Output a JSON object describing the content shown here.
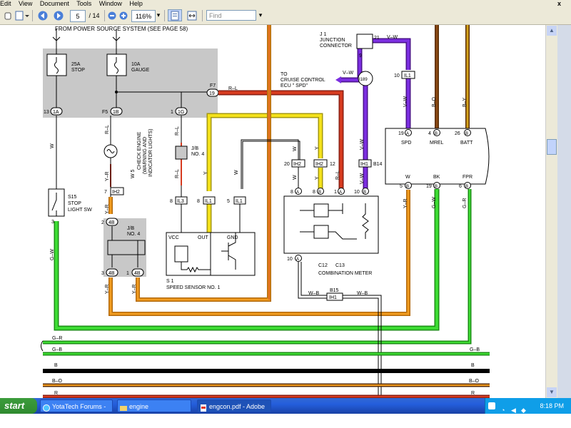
{
  "menu": {
    "items": [
      "Edit",
      "View",
      "Document",
      "Tools",
      "Window",
      "Help"
    ],
    "close": "x"
  },
  "toolbar": {
    "page_current": "5",
    "page_total": "/ 14",
    "zoom": "116%",
    "find_placeholder": "Find"
  },
  "diagram": {
    "top_note": "FROM POWER SOURCE SYSTEM (SEE PAGE 58)",
    "fuse1_rating": "25A",
    "fuse1_name": "STOP",
    "fuse2_rating": "10A",
    "fuse2_name": "GAUGE",
    "junction_connector": "J 1",
    "junction_label1": "JUNCTION",
    "junction_label2": "CONNECTOR",
    "pin21": "21",
    "to_label1": "TO",
    "to_label2": "CRUISE CONTROL",
    "to_label3": "ECU \" SPD\"",
    "i189": "I189",
    "f7": "F7",
    "wire_rl": "R–L",
    "wire_vw": "V–W",
    "wire_bo": "B–O",
    "wire_by": "B–Y",
    "wire_w": "W",
    "wire_y": "Y",
    "wire_yr": "Y–R",
    "wire_gw": "G–W",
    "wire_gr": "G–R",
    "wire_r": "R",
    "wire_b": "B",
    "wire_gb": "G–B",
    "wire_wb": "W–B",
    "c13_1a": "1A",
    "c13_1b": "1B",
    "c13_1g": "1G",
    "pin13": "13",
    "pinF5": "F5",
    "pin1": "1",
    "pin9": "9",
    "pin10": "10",
    "pin19": "19",
    "pin4": "4",
    "pin26": "26",
    "pin5": "5",
    "pin6": "6",
    "pin8": "8",
    "pin20": "20",
    "pin12": "12",
    "pin7": "7",
    "pin2": "2",
    "pin3": "3",
    "il1": "IL1",
    "il3": "IL3",
    "ih1": "IH1",
    "ih2": "IH2",
    "b14": "B14",
    "b15": "B15",
    "w5": "W 5",
    "w5_text": "CHECK ENGINE",
    "w5_text2": "(WARNING AND",
    "w5_text3": "INDICATOR LIGHTS)",
    "jb": "J/B",
    "jb_no": "NO. 4",
    "s15": "S15",
    "s15_name1": "STOP",
    "s15_name2": "LIGHT SW",
    "s1": "S 1",
    "s1_name": "SPEED SENSOR NO. 1",
    "vcc": "VCC",
    "out": "OUT",
    "gnd": "GND",
    "spd": "SPD",
    "mrel": "MREL",
    "batt": "BATT",
    "w_pin": "W",
    "bk": "BK",
    "fpr": "FPR",
    "c12_label": "C12",
    "c13_label": "C13",
    "combination_meter": "COMBINATION METER",
    "pin_a": "A",
    "pin_b": "B",
    "pin_4b": "4B",
    "pin_2_4b": "2"
  },
  "taskbar": {
    "start": "start",
    "tasks": [
      "YotaTech Forums - S...",
      "engine",
      "engcon.pdf - Adobe ..."
    ],
    "time": "8:18 PM"
  },
  "colors": {
    "chrome": "#ece9d8",
    "taskbar": "#245edb",
    "start": "#3c9c3c",
    "wire_red": "#d63b1f",
    "wire_yellow": "#f4e11a",
    "wire_orange": "#f29c1f",
    "wire_green": "#3ddc33",
    "wire_purple": "#7b2ee0",
    "wire_brown": "#8a4a13",
    "fuse_box": "#c8c8c8"
  }
}
